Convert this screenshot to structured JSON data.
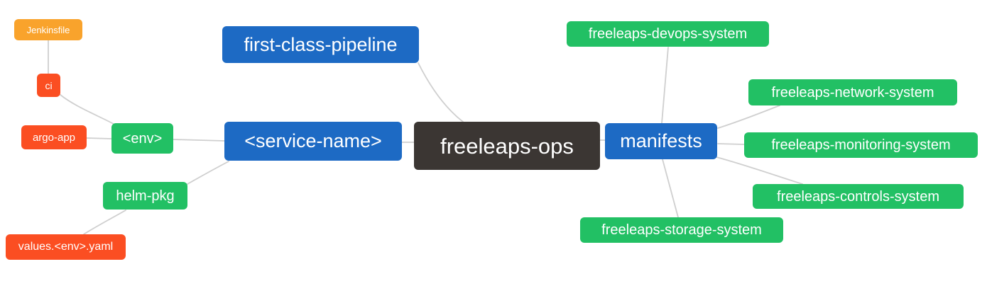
{
  "diagram": {
    "type": "mindmap",
    "root": "freeleaps-ops"
  },
  "colors": {
    "blue": "#1d6ac4",
    "green": "#22c064",
    "red": "#fb4e22",
    "orange": "#f9a32c",
    "dark": "#3b3633",
    "line": "#cfcfcf",
    "text": "#ffffff",
    "background": "#ffffff"
  },
  "nodes": [
    {
      "id": "freeleaps-ops",
      "label": "freeleaps-ops",
      "color": "dark"
    },
    {
      "id": "first-class-pipeline",
      "label": "first-class-pipeline",
      "color": "blue"
    },
    {
      "id": "service-name",
      "label": "<service-name>",
      "color": "blue"
    },
    {
      "id": "manifests",
      "label": "manifests",
      "color": "blue"
    },
    {
      "id": "env",
      "label": "<env>",
      "color": "green"
    },
    {
      "id": "helm-pkg",
      "label": "helm-pkg",
      "color": "green"
    },
    {
      "id": "ci",
      "label": "ci",
      "color": "red"
    },
    {
      "id": "argo-app",
      "label": "argo-app",
      "color": "red"
    },
    {
      "id": "jenkinsfile",
      "label": "Jenkinsfile",
      "color": "orange"
    },
    {
      "id": "values-env-yaml",
      "label": "values.<env>.yaml",
      "color": "red"
    },
    {
      "id": "freeleaps-devops-system",
      "label": "freeleaps-devops-system",
      "color": "green"
    },
    {
      "id": "freeleaps-network-system",
      "label": "freeleaps-network-system",
      "color": "green"
    },
    {
      "id": "freeleaps-monitoring-system",
      "label": "freeleaps-monitoring-system",
      "color": "green"
    },
    {
      "id": "freeleaps-controls-system",
      "label": "freeleaps-controls-system",
      "color": "green"
    },
    {
      "id": "freeleaps-storage-system",
      "label": "freeleaps-storage-system",
      "color": "green"
    }
  ],
  "edges": [
    {
      "from": "freeleaps-ops",
      "to": "first-class-pipeline"
    },
    {
      "from": "freeleaps-ops",
      "to": "<service-name>"
    },
    {
      "from": "freeleaps-ops",
      "to": "manifests"
    },
    {
      "from": "<service-name>",
      "to": "<env>"
    },
    {
      "from": "<service-name>",
      "to": "helm-pkg"
    },
    {
      "from": "<env>",
      "to": "ci"
    },
    {
      "from": "<env>",
      "to": "argo-app"
    },
    {
      "from": "ci",
      "to": "Jenkinsfile"
    },
    {
      "from": "helm-pkg",
      "to": "values.<env>.yaml"
    },
    {
      "from": "manifests",
      "to": "freeleaps-devops-system"
    },
    {
      "from": "manifests",
      "to": "freeleaps-network-system"
    },
    {
      "from": "manifests",
      "to": "freeleaps-monitoring-system"
    },
    {
      "from": "manifests",
      "to": "freeleaps-controls-system"
    },
    {
      "from": "manifests",
      "to": "freeleaps-storage-system"
    }
  ]
}
